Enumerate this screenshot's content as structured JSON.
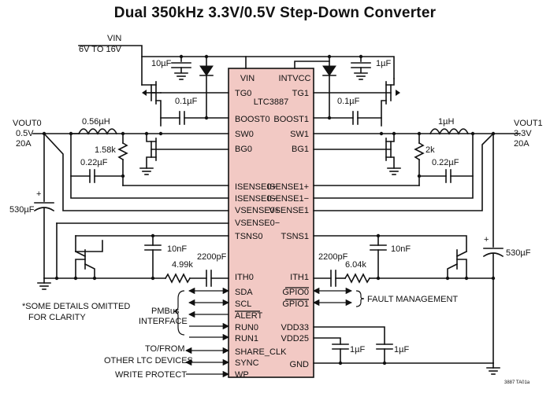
{
  "title": "Dual 350kHz 3.3V/0.5V Step-Down Converter",
  "ic": {
    "part": "LTC3887",
    "pins_left": [
      "TG0",
      "BOOST0",
      "SW0",
      "BG0",
      "ISENSE0+",
      "ISENSE0−",
      "VSENSE0+",
      "VSENSE0−",
      "TSNS0",
      "ITH0",
      "SDA",
      "SCL",
      "ALERT",
      "RUN0",
      "RUN1",
      "SHARE_CLK",
      "SYNC",
      "WP"
    ],
    "pins_right": [
      "TG1",
      "BOOST1",
      "SW1",
      "BG1",
      "ISENSE1+",
      "ISENSE1−",
      "VSENSE1",
      "TSNS1",
      "ITH1",
      "GPIO0",
      "GPIO1",
      "VDD33",
      "VDD25",
      "GND"
    ],
    "pins_top": [
      "VIN",
      "INTVCC"
    ]
  },
  "input": {
    "name": "VIN",
    "range": "6V TO 16V"
  },
  "outputs": [
    {
      "name": "VOUT0",
      "voltage": "0.5V",
      "current": "20A"
    },
    {
      "name": "VOUT1",
      "voltage": "3.3V",
      "current": "20A"
    }
  ],
  "components": {
    "c_in0": "10µF",
    "c_in1": "1µF",
    "c_boost0": "0.1µF",
    "c_boost1": "0.1µF",
    "l0": "0.56µH",
    "l1": "1µH",
    "r_dcr0": "1.58k",
    "r_dcr1": "2k",
    "c_dcr0": "0.22µF",
    "c_dcr1": "0.22µF",
    "c_out0": "530µF",
    "c_out1": "530µF",
    "c_tsns0": "10nF",
    "c_tsns1": "10nF",
    "r_ith0": "4.99k",
    "r_ith1": "6.04k",
    "c_ith0": "2200pF",
    "c_ith1": "2200pF",
    "c_vdd33": "1µF",
    "c_vdd25": "1µF"
  },
  "labels": {
    "note_line1": "*SOME DETAILS OMITTED",
    "note_line2": "FOR CLARITY",
    "pmbus": "PMBus",
    "interface": "INTERFACE",
    "fault": "FAULT MANAGEMENT",
    "to_from": "TO/FROM",
    "other_ltc": "OTHER LTC DEVICES",
    "write_protect": "WRITE PROTECT",
    "figure_code": "3887 TA01a"
  },
  "colors": {
    "ic_fill": "#f2c9c4",
    "wire": "#111111"
  }
}
